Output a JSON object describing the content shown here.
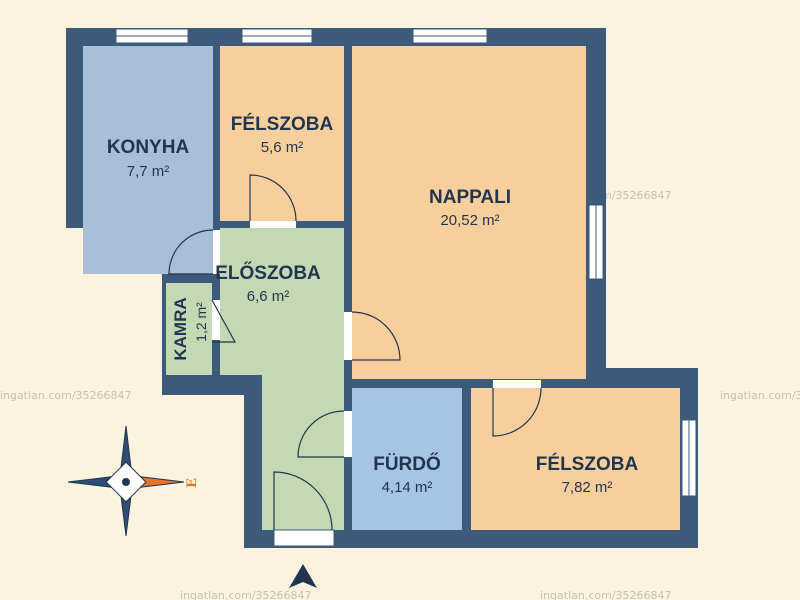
{
  "rooms": {
    "konyha": {
      "name": "KONYHA",
      "area": "7,7 m²",
      "color": "#a9bed7"
    },
    "felszoba1": {
      "name": "FÉLSZOBA",
      "area": "5,6 m²",
      "color": "#f8cf9c"
    },
    "nappali": {
      "name": "NAPPALI",
      "area": "20,52 m²",
      "color": "#f8cf9c"
    },
    "eloszoba": {
      "name": "ELŐSZOBA",
      "area": "6,6 m²",
      "color": "#c3d9b3"
    },
    "kamra": {
      "name": "KAMRA",
      "area": "1,2 m²",
      "color": "#c3d9b3"
    },
    "furdo": {
      "name": "FÜRDŐ",
      "area": "4,14 m²",
      "color": "#a6c5e4"
    },
    "felszoba2": {
      "name": "FÉLSZOBA",
      "area": "7,82 m²",
      "color": "#f8cf9c"
    }
  },
  "compass": {
    "east_label": "E"
  },
  "watermark": "ingatlan.com/35266847",
  "colors": {
    "wall": "#3d5a7a",
    "background": "#fbf3dd",
    "compass_accent": "#e8742a"
  }
}
